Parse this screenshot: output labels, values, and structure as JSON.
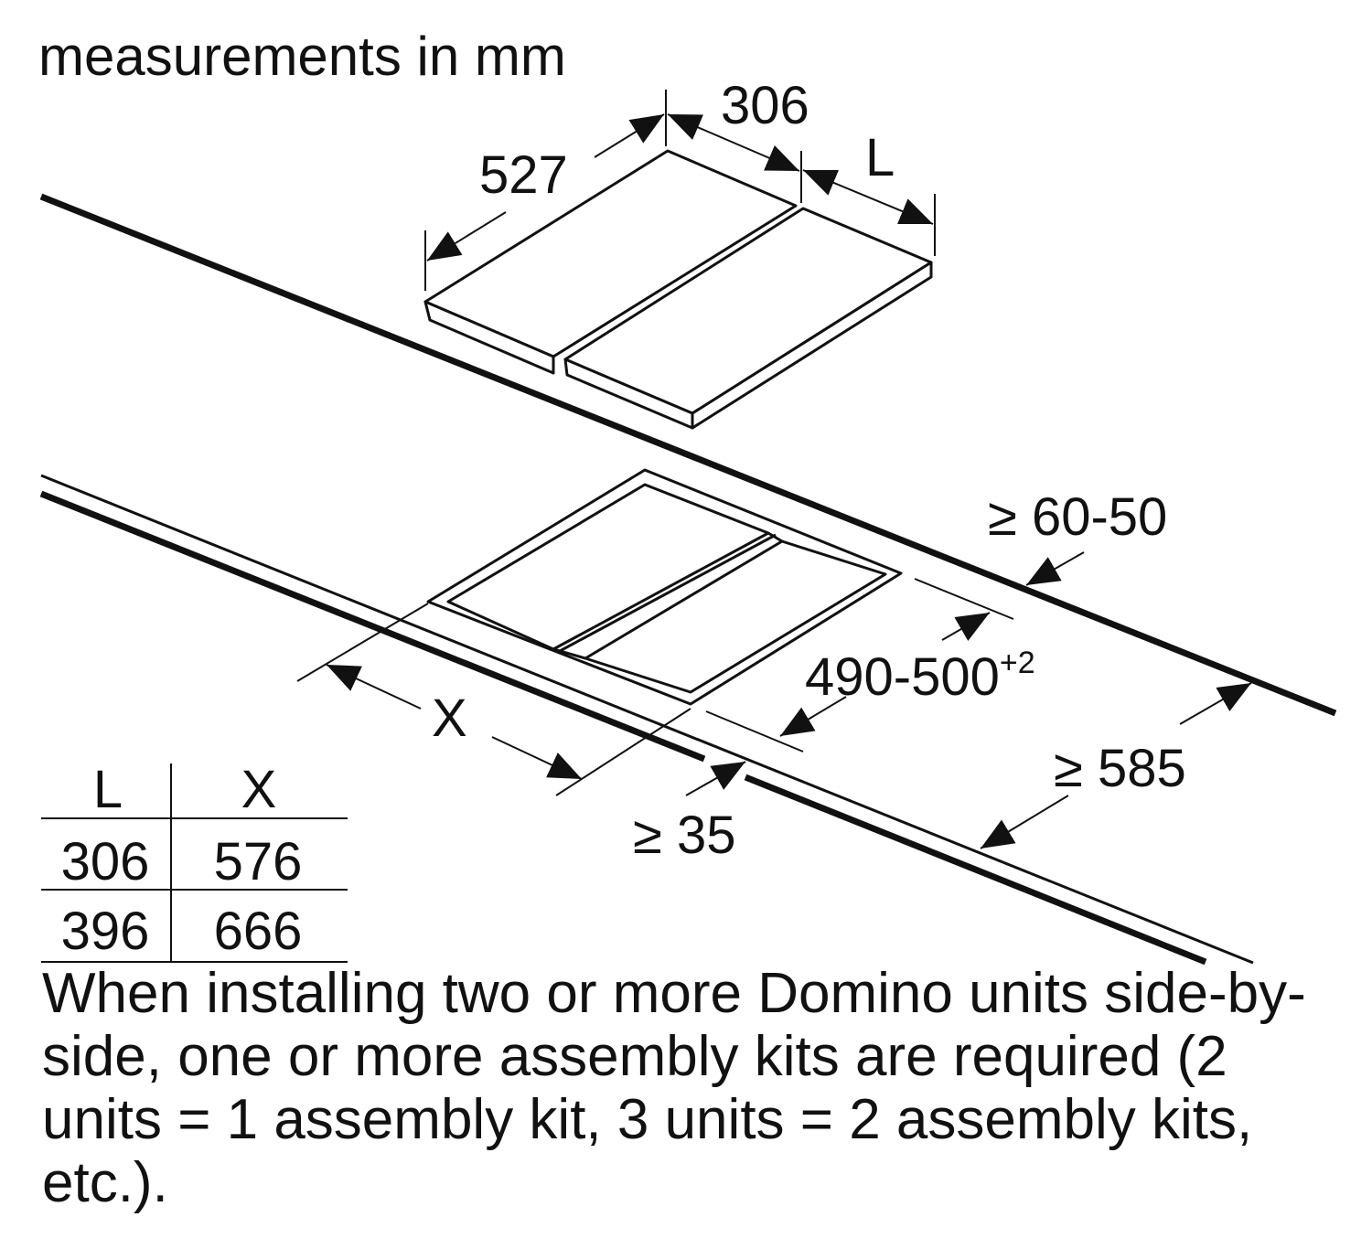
{
  "heading": "measurements in mm",
  "dims": {
    "depth": "527",
    "width_first": "306",
    "width_second": "L",
    "min_rear": "≥ 60-50",
    "cutout_depth": "490-500",
    "cutout_depth_tol": "+2",
    "cutout_width": "X",
    "min_front": "≥ 35",
    "min_worktop_depth": "≥ 585"
  },
  "table": {
    "headers": [
      "L",
      "X"
    ],
    "rows": [
      [
        "306",
        "576"
      ],
      [
        "396",
        "666"
      ]
    ]
  },
  "note": "When installing two or more Domino units side-by-side, one or more assembly kits are required (2 units = 1 assembly kit, 3 units = 2 assembly kits, etc.).",
  "colors": {
    "line": "#111111",
    "background": "#ffffff"
  }
}
